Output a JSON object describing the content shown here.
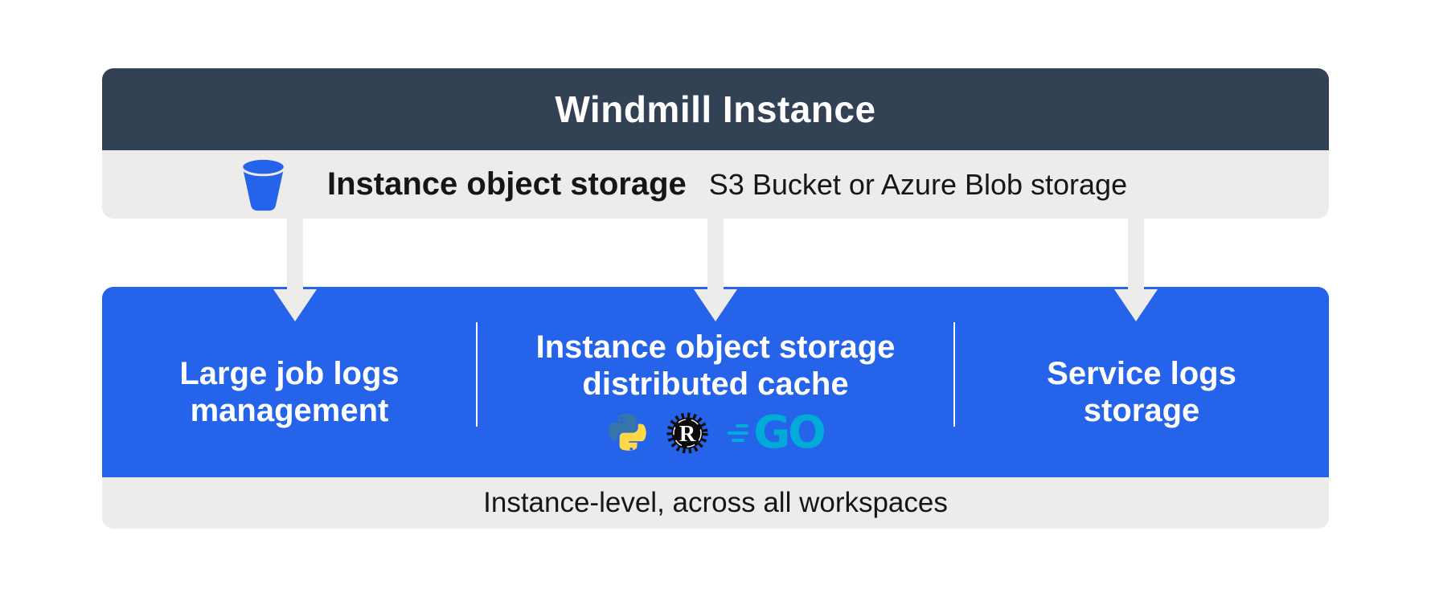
{
  "header": {
    "title": "Windmill Instance"
  },
  "storage_bar": {
    "title": "Instance object storage",
    "subtitle": "S3 Bucket or Azure Blob storage"
  },
  "sections": [
    {
      "id": "large-job-logs-management",
      "lines": [
        "Large job logs",
        "management"
      ]
    },
    {
      "id": "instance-object-storage-distributed-cache",
      "lines": [
        "Instance object storage",
        "distributed cache"
      ],
      "languages": [
        "python",
        "rust",
        "go"
      ]
    },
    {
      "id": "service-logs-storage",
      "lines": [
        "Service logs",
        "storage"
      ]
    }
  ],
  "language_icons": {
    "rust_letter": "R",
    "go_text": "GO"
  },
  "footer": {
    "label": "Instance-level, across all workspaces"
  },
  "colors": {
    "header_bg": "#334155",
    "panel_gray": "#edeceb",
    "accent_blue": "#2563eb",
    "python_blue": "#3776ab",
    "python_yellow": "#ffd845",
    "rust_black": "#0b0b0b",
    "go_teal": "#00acd7",
    "text_dark": "#161616",
    "text_light": "#ffffff"
  }
}
